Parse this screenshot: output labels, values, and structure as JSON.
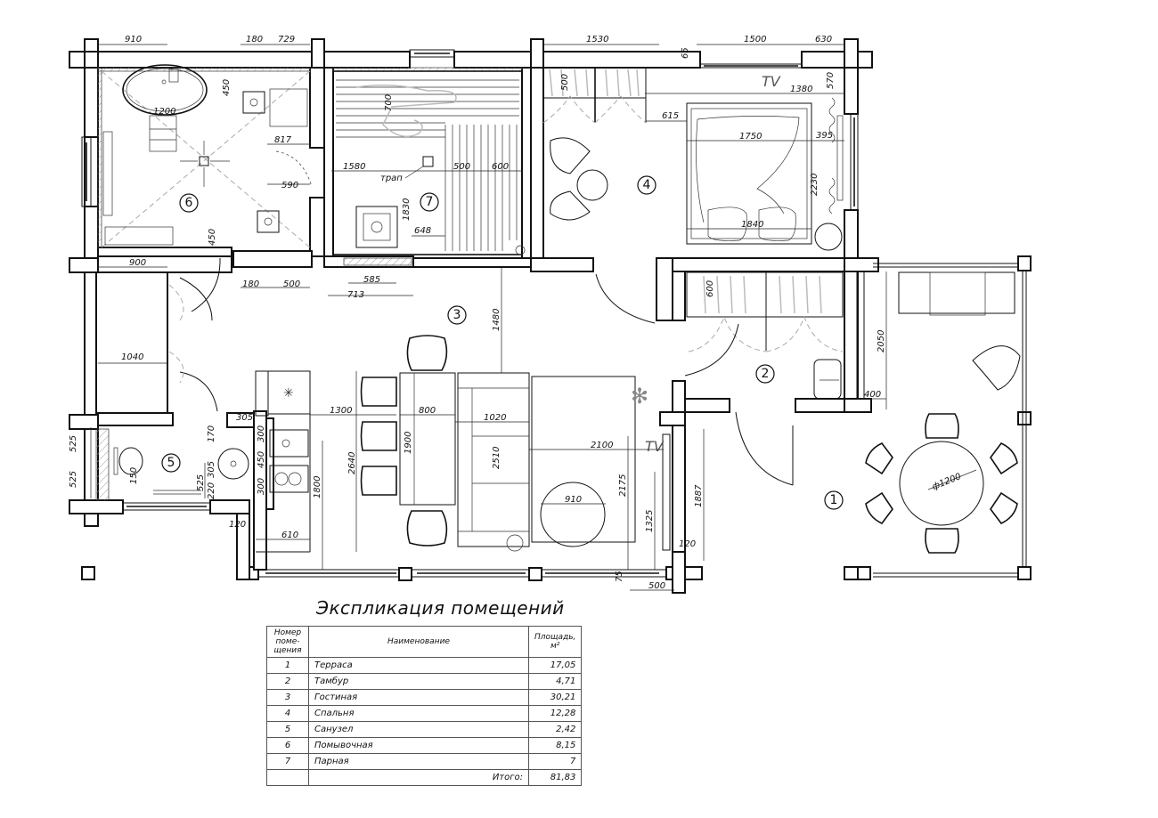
{
  "plan": {
    "rooms": [
      {
        "number": "1",
        "name": "terrace"
      },
      {
        "number": "2",
        "name": "vestibule"
      },
      {
        "number": "3",
        "name": "living-room"
      },
      {
        "number": "4",
        "name": "bedroom"
      },
      {
        "number": "5",
        "name": "bathroom"
      },
      {
        "number": "6",
        "name": "washing-room"
      },
      {
        "number": "7",
        "name": "steam-room"
      }
    ],
    "labels": {
      "tv_bedroom": "TV",
      "tv_living": "TV",
      "drain": "трап",
      "table_diameter": "ф1200"
    },
    "dimensions": {
      "d910": "910",
      "d180a": "180",
      "d729": "729",
      "d1530": "1530",
      "d1500": "1500",
      "d630": "630",
      "d65": "65",
      "d570": "570",
      "d1380": "1380",
      "d500w": "500",
      "d615": "615",
      "d1750": "1750",
      "d395": "395",
      "d2230": "2230",
      "d1840": "1840",
      "d450a": "450",
      "d1200": "1200",
      "d817": "817",
      "d590": "590",
      "d450b": "450",
      "d900": "900",
      "d180b": "180",
      "d500b": "500",
      "d700": "700",
      "d1580": "1580",
      "d500s": "500",
      "d600s": "600",
      "d1830": "1830",
      "d648": "648",
      "d585": "585",
      "d713": "713",
      "d1040": "1040",
      "d1480": "1480",
      "d305a": "305",
      "d525a": "525",
      "d525b": "525",
      "d170": "170",
      "d300a": "300",
      "d450c": "450",
      "d300b": "300",
      "d305b": "305",
      "d220": "220",
      "d525c": "525",
      "d150": "150",
      "d120a": "120",
      "d1300": "1300",
      "d800": "800",
      "d1020": "1020",
      "d1900": "1900",
      "d2640": "2640",
      "d2510": "2510",
      "d1800": "1800",
      "d610": "610",
      "d2100": "2100",
      "d910b": "910",
      "d2175": "2175",
      "d1325": "1325",
      "d1887": "1887",
      "d120b": "120",
      "d75": "75",
      "d500c": "500",
      "d600w": "600",
      "d2050": "2050",
      "d400": "400"
    }
  },
  "explication": {
    "title": "Экспликация помещений",
    "headers": {
      "number": "Номер поме-щения",
      "name": "Наименование",
      "area": "Площадь, м²"
    },
    "rows": [
      {
        "number": "1",
        "name": "Терраса",
        "area": "17,05"
      },
      {
        "number": "2",
        "name": "Тамбур",
        "area": "4,71"
      },
      {
        "number": "3",
        "name": "Гостиная",
        "area": "30,21"
      },
      {
        "number": "4",
        "name": "Спальня",
        "area": "12,28"
      },
      {
        "number": "5",
        "name": "Санузел",
        "area": "2,42"
      },
      {
        "number": "6",
        "name": "Помывочная",
        "area": "8,15"
      },
      {
        "number": "7",
        "name": "Парная",
        "area": "7"
      }
    ],
    "total_label": "Итого:",
    "total_value": "81,83"
  }
}
